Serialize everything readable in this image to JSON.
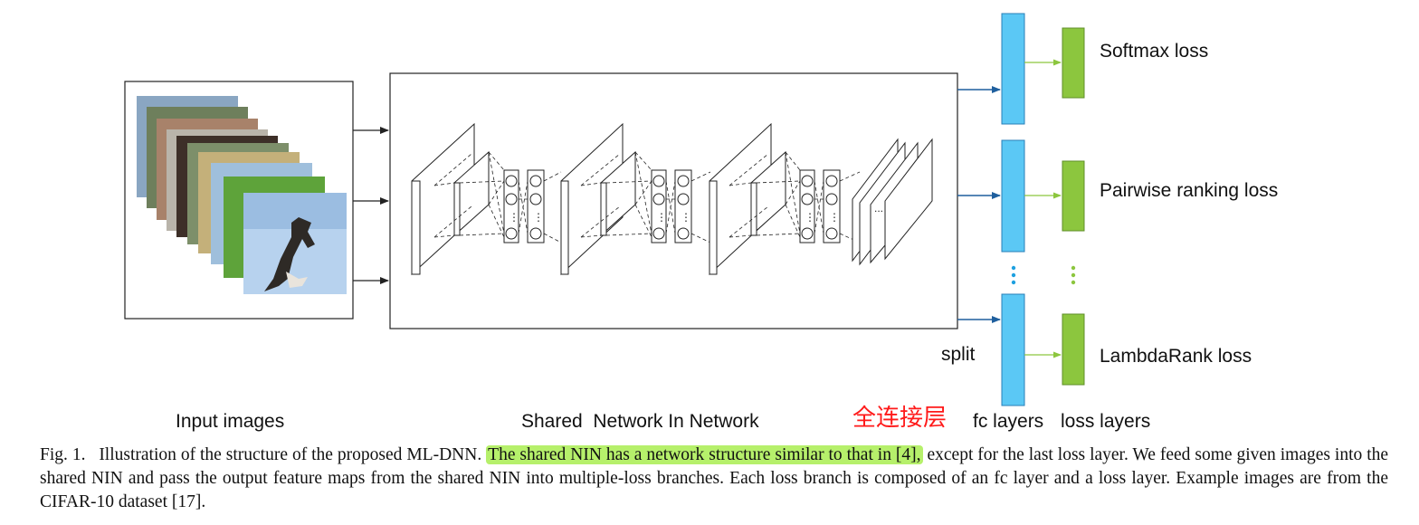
{
  "labels": {
    "input_images": "Input images",
    "shared_nin": "Shared  Network In Network",
    "fc_chinese": "全连接层",
    "fc_layers": "fc layers",
    "loss_layers": "loss layers",
    "split": "split",
    "network_ellipsis": "..."
  },
  "losses": [
    "Softmax loss",
    "Pairwise ranking loss",
    "LambdaRank loss"
  ],
  "caption": {
    "prefix": "Fig. 1.",
    "part1": "Illustration of the structure of the proposed ML-DNN.",
    "highlight": "The shared NIN has a network structure similar to that in [4],",
    "part2": "except for the last loss layer. We feed some given images into the shared NIN and pass the output feature maps from the shared NIN into multiple-loss branches. Each loss branch is composed of an fc layer and a loss layer. Example images are from the CIFAR-10 dataset [17]."
  },
  "colors": {
    "fc_layer": "#5bc8f5",
    "loss_layer": "#8cc63e",
    "arrow_blue": "#1f5f9e",
    "arrow_green": "#8cc63e",
    "highlight": "#b6f06b",
    "chinese_label": "#ff1a1a"
  }
}
